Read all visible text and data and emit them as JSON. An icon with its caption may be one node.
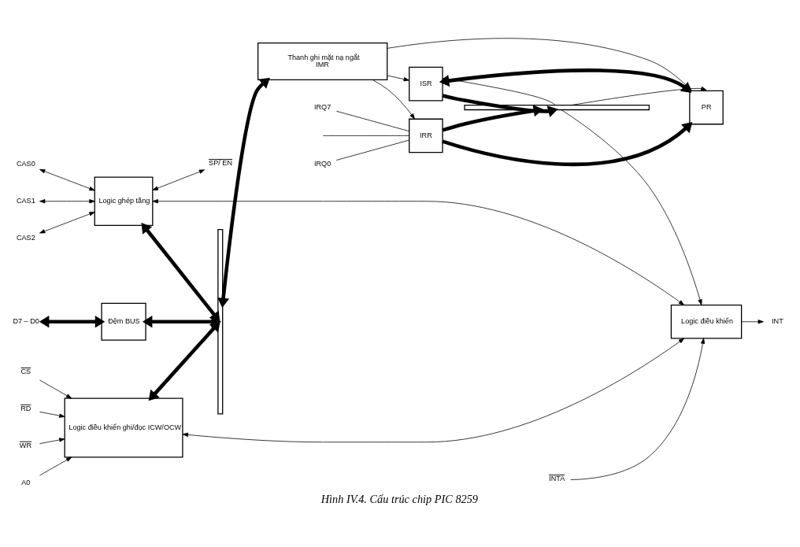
{
  "diagram": {
    "caption": "Hình IV.4. Cấu trúc chip PIC 8259",
    "nodes": [
      {
        "text": [
          "Đệm BUS"
        ]
      },
      {
        "text": [
          "Logic điều khiển"
        ]
      },
      {
        "text": [
          "Logic điều khiển ghi/đọc ICW/OCW"
        ]
      },
      {
        "text": [
          "ISR"
        ]
      },
      {
        "text": [
          "PR"
        ]
      },
      {
        "text": [
          "IRR"
        ]
      },
      {
        "text": [
          "Logic ghép tầng"
        ]
      },
      {
        "text": [
          "Thanh ghi mặt nạ ngắt",
          "IMR"
        ]
      },
      {
        "text": [],
        "shape": "bar"
      },
      {
        "text": [],
        "shape": "bar"
      },
      {
        "text": [
          "D7 – D0"
        ]
      },
      {
        "text": [
          "INT"
        ]
      },
      {
        "text": [
          "INTA"
        ]
      },
      {
        "text": [
          "RD"
        ]
      },
      {
        "text": [
          "WR"
        ]
      },
      {
        "text": [
          "A0"
        ]
      },
      {
        "text": [
          "CS"
        ]
      },
      {
        "text": [
          "CAS0"
        ]
      },
      {
        "text": [
          "CAS1"
        ]
      },
      {
        "text": [
          "CAS2"
        ]
      },
      {
        "text": [
          "SP/ EN"
        ]
      },
      {
        "text": [
          "IRQ0"
        ]
      },
      {
        "text": [
          "IRQ7"
        ]
      }
    ],
    "edges": [
      {
        "from": 10,
        "to": 0,
        "arrow": "both",
        "style": "thick"
      },
      {
        "from": 0,
        "to": 8,
        "arrow": "both",
        "style": "thick"
      },
      {
        "from": 1,
        "to": 11,
        "arrow": "to"
      },
      {
        "from": 12,
        "to": 1,
        "arrow": "to"
      },
      {
        "from": 2,
        "to": 1,
        "arrow": "both"
      },
      {
        "from": 6,
        "to": 1,
        "arrow": "both"
      },
      {
        "from": 9,
        "to": 1,
        "arrow": "to"
      },
      {
        "from": 13,
        "to": 2,
        "arrow": "to"
      },
      {
        "from": 14,
        "to": 2,
        "arrow": "to"
      },
      {
        "from": 15,
        "to": 2,
        "arrow": "to"
      },
      {
        "from": 16,
        "to": 2,
        "arrow": "to"
      },
      {
        "from": 2,
        "to": 8,
        "arrow": "both",
        "style": "thick"
      },
      {
        "from": 3,
        "to": 9,
        "arrow": "to",
        "style": "thick"
      },
      {
        "from": 9,
        "to": 3,
        "arrow": "to"
      },
      {
        "from": 9,
        "to": 4,
        "arrow": "to"
      },
      {
        "from": 5,
        "to": 9,
        "arrow": "to",
        "style": "thick"
      },
      {
        "from": 3,
        "to": 4,
        "arrow": "both",
        "style": "thick"
      },
      {
        "from": 5,
        "to": 4,
        "arrow": "to",
        "style": "thick"
      },
      {
        "from": 21,
        "to": 5,
        "arrow": "none"
      },
      {
        "from": null,
        "to": 5,
        "arrow": "none"
      },
      {
        "from": 22,
        "to": 5,
        "arrow": "none"
      },
      {
        "from": 7,
        "to": 3,
        "arrow": "to"
      },
      {
        "from": 7,
        "to": 4,
        "arrow": "to"
      },
      {
        "from": 7,
        "to": 5,
        "arrow": "to"
      },
      {
        "from": 8,
        "to": 7,
        "arrow": "both",
        "style": "thick"
      },
      {
        "from": 17,
        "to": 6,
        "arrow": "both"
      },
      {
        "from": 18,
        "to": 6,
        "arrow": "both"
      },
      {
        "from": 19,
        "to": 6,
        "arrow": "both"
      },
      {
        "from": 6,
        "to": 20,
        "arrow": "both"
      },
      {
        "from": 6,
        "to": 8,
        "arrow": "both",
        "style": "thick"
      }
    ]
  }
}
